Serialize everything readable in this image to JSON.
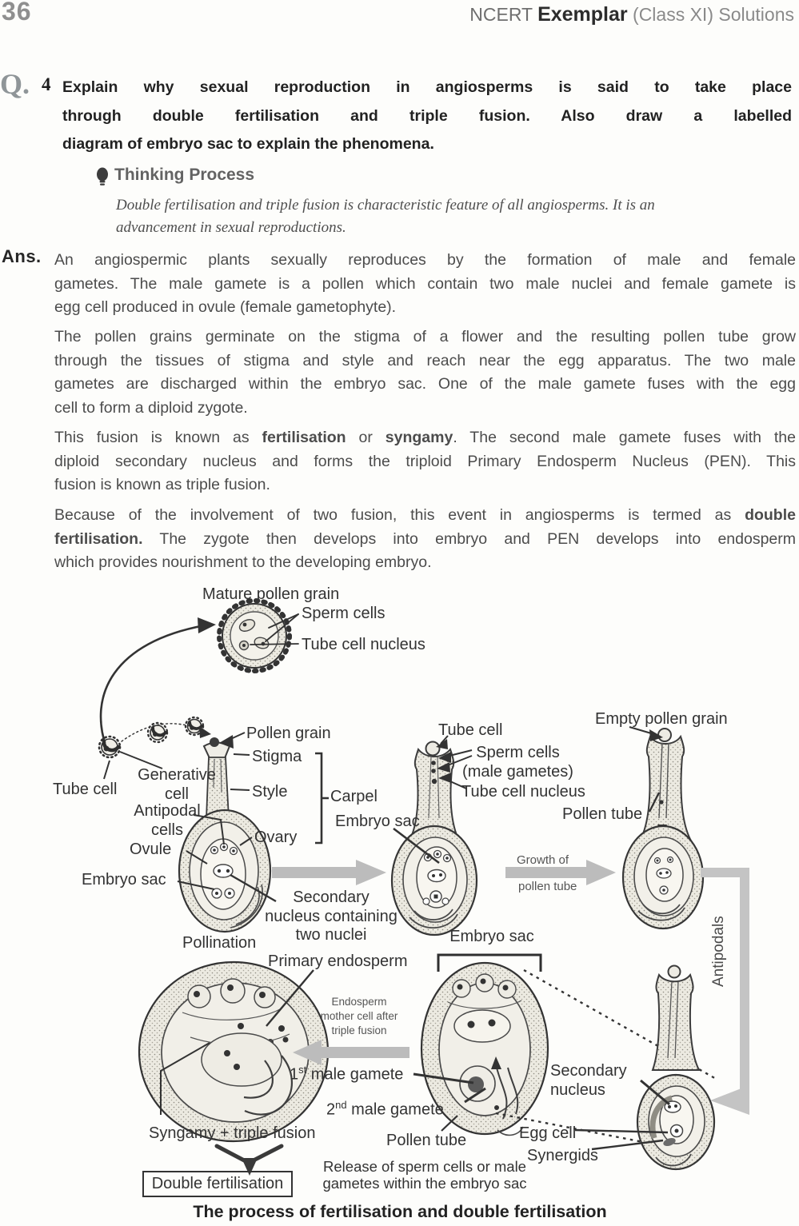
{
  "header": {
    "page_number": "36",
    "brand": "NCERT",
    "brand_bold": "Exemplar",
    "brand_rest": "(Class XI) Solutions"
  },
  "question": {
    "label": "Q.",
    "number": "4",
    "lines": [
      "Explain why sexual reproduction in angiosperms is said to take place",
      "through double fertilisation and triple fusion. Also draw a labelled",
      "diagram of embryo sac to explain the phenomena."
    ]
  },
  "thinking": {
    "heading": "Thinking Process",
    "body": [
      "Double fertilisation and triple fusion is characteristic feature of all angiosperms. It is an",
      "advancement in sexual reproductions."
    ]
  },
  "answer": {
    "label": "Ans.",
    "para1": [
      "An angiospermic plants sexually reproduces by the formation of male and female",
      "gametes. The male gamete is a pollen which contain two male nuclei and female gamete is",
      "egg cell produced in ovule (female gametophyte)."
    ],
    "para2": [
      "The pollen grains germinate on the stigma of a flower and the resulting pollen tube grow",
      "through the tissues of stigma and style and reach near the egg apparatus. The two male",
      "gametes are discharged within the embryo sac. One of the male gamete fuses with the egg",
      "cell to form a diploid zygote."
    ],
    "para3": {
      "l1_pre": "This fusion is known as ",
      "l1_b1": "fertilisation",
      "l1_mid": " or ",
      "l1_b2": "syngamy",
      "l1_post": ". The second male gamete fuses with the",
      "l2": "diploid secondary nucleus and forms the triploid Primary Endosperm Nucleus (PEN). This",
      "l3": "fusion is known as triple fusion."
    },
    "para4": {
      "l1_pre": "Because of the involvement of two fusion, this event in angiosperms is termed as ",
      "l1_b": "double",
      "l2_b": "fertilisation.",
      "l2_post": " The zygote then develops into embryo and PEN develops into endosperm",
      "l3": "which provides nourishment to the developing embryo."
    }
  },
  "diagram": {
    "mature_pollen_grain": "Mature pollen grain",
    "sperm_cells_top": "Sperm cells",
    "tube_cell_nucleus_top": "Tube cell nucleus",
    "pollen_grain": "Pollen grain",
    "stigma": "Stigma",
    "style": "Style",
    "carpel": "Carpel",
    "ovary": "Ovary",
    "generative_cell": [
      "Generative",
      "cell"
    ],
    "tube_cell_left": "Tube cell",
    "antipodal_cells": [
      "Antipodal",
      "cells"
    ],
    "ovule": "Ovule",
    "embryo_sac_left": "Embryo sac",
    "pollination": "Pollination",
    "secondary_nucleus_two": [
      "Secondary",
      "nucleus containing",
      "two nuclei"
    ],
    "tube_cell_mid": "Tube cell",
    "sperm_cells_mid": [
      "Sperm cells",
      "(male gametes)"
    ],
    "tube_cell_nucleus_mid": "Tube cell nucleus",
    "embryo_sac_mid": "Embryo sac",
    "growth_of_pollen_tube": [
      "Growth of",
      "pollen tube"
    ],
    "empty_pollen_grain": "Empty pollen grain",
    "pollen_tube_right": "Pollen tube",
    "antipodals": "Antipodals",
    "primary_endosperm": "Primary  endosperm",
    "endosperm_mother": [
      "Endosperm",
      "mother cell after",
      "triple fusion"
    ],
    "first_male_gamete": {
      "base": "1",
      "sup": "st",
      "rest": " male gamete"
    },
    "second_male_gamete": {
      "base": "2",
      "sup": "nd",
      "rest": " male gamete"
    },
    "syngamy_triple_fusion": "Syngamy + triple fusion",
    "double_fertilisation": "Double fertilisation",
    "embryo_sac_bottom": "Embryo sac",
    "secondary_nucleus": [
      "Secondary",
      "nucleus"
    ],
    "egg_cell": "Egg cell",
    "synergids": "Synergids",
    "pollen_tube_bottom": "Pollen tube",
    "release": [
      "Release of sperm cells or male",
      "gametes within the embryo sac"
    ],
    "caption": "The process of fertilisation and double fertilisation",
    "colors": {
      "gray_arrow": "#bcbcbc",
      "line_art": "#3a3a3a",
      "paper": "#fdfdfb"
    }
  }
}
